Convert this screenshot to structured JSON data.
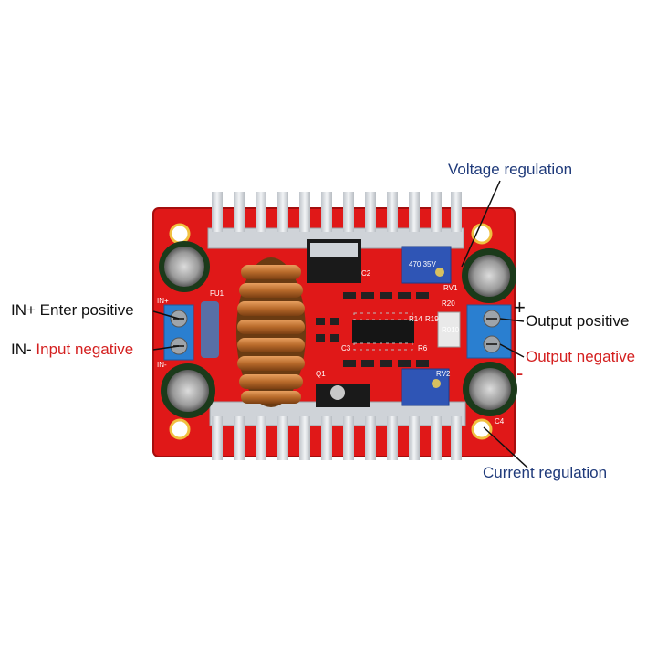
{
  "annotations": {
    "voltage_regulation": "Voltage regulation",
    "current_regulation": "Current regulation",
    "in_plus_prefix": "IN+",
    "in_plus_text": "Enter positive",
    "in_minus_prefix": "IN-",
    "in_minus_text": "Input negative",
    "output_positive": "Output positive",
    "output_negative": "Output negative",
    "plus_sign": "+",
    "minus_sign": "-"
  },
  "board_markings": {
    "r20": "R20",
    "r14": "R14",
    "r19": "R19",
    "r6": "R6",
    "rv1": "RV1",
    "rv2": "RV2",
    "r010": "R010",
    "c2": "C2",
    "c4": "C4",
    "c3": "C3",
    "q1": "Q1",
    "fu1": "FU1",
    "in_plus": "IN+",
    "in_minus": "IN-",
    "cap_value": "470 35V"
  },
  "colors": {
    "pcb": "#e01818",
    "terminal": "#2a7fd0",
    "heatsink": "#d9dde2",
    "label_blue": "#1f3a7a",
    "label_red": "#d42020"
  }
}
